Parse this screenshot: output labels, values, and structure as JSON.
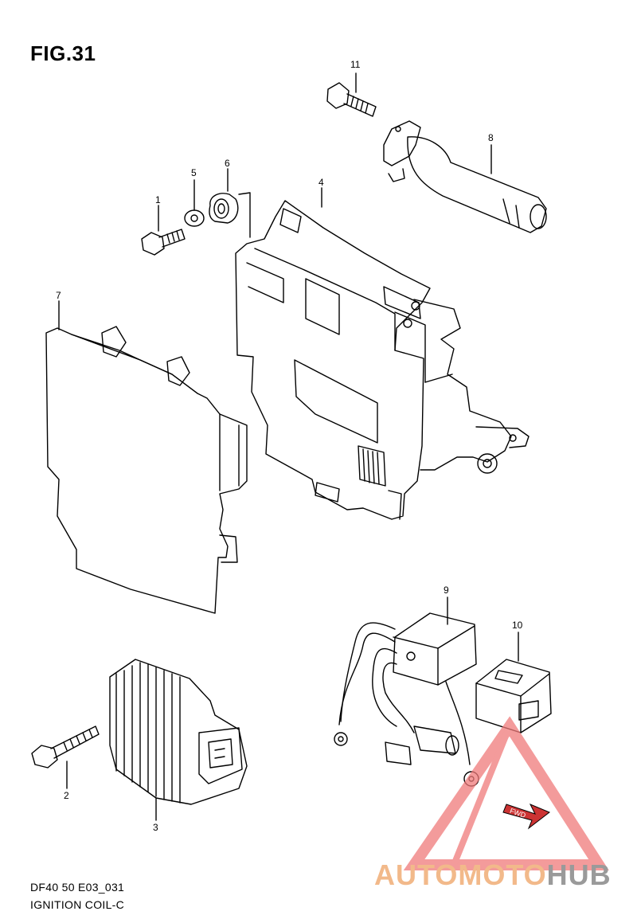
{
  "figure": {
    "title": "FIG.31",
    "callouts": [
      {
        "id": "c1",
        "label": "1"
      },
      {
        "id": "c2",
        "label": "2"
      },
      {
        "id": "c3",
        "label": "3"
      },
      {
        "id": "c4",
        "label": "4"
      },
      {
        "id": "c5",
        "label": "5"
      },
      {
        "id": "c6",
        "label": "6"
      },
      {
        "id": "c7",
        "label": "7"
      },
      {
        "id": "c8",
        "label": "8"
      },
      {
        "id": "c9",
        "label": "9"
      },
      {
        "id": "c10",
        "label": "10"
      },
      {
        "id": "c11",
        "label": "11"
      }
    ],
    "fwd_label": "FWD",
    "footer_code": "DF40 50 E03_031",
    "footer_name": "IGNITION COIL-C"
  },
  "watermark": {
    "text_part1": "AUTOMOTO",
    "text_part2": "HUB",
    "color_primary": "#f2b98a",
    "color_secondary": "#9a9a9a",
    "triangle_color": "#f07a7a"
  }
}
